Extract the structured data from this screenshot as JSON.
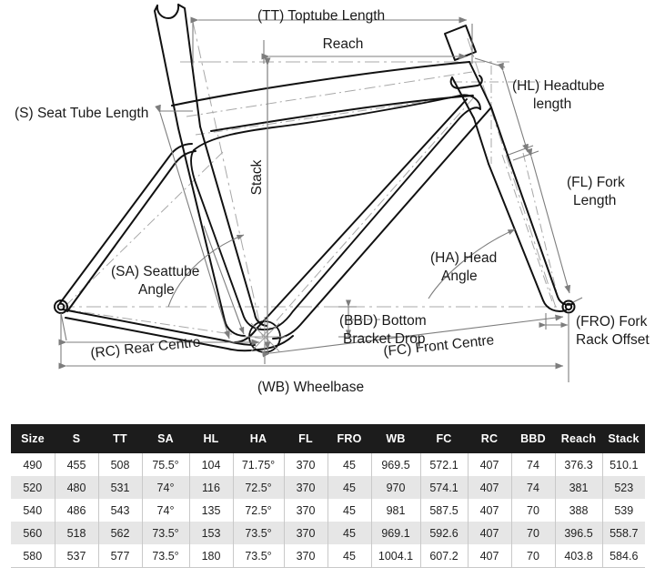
{
  "diagram": {
    "title": "Bicycle frame geometry diagram",
    "labels": {
      "tt": "(TT) Toptube Length",
      "reach": "Reach",
      "seat_tube": "(S) Seat Tube Length",
      "stack": "Stack",
      "headtube_line1": "(HL) Headtube",
      "headtube_line2": "length",
      "fork_line1": "(FL) Fork",
      "fork_line2": "Length",
      "head_angle_line1": "(HA) Head",
      "head_angle_line2": "Angle",
      "seattube_angle_line1": "(SA) Seattube",
      "seattube_angle_line2": "Angle",
      "bbd_line1": "(BBD) Bottom",
      "bbd_line2": "Bracket Drop",
      "fro_line1": "(FRO) Fork",
      "fro_line2": "Rack Offset",
      "rc": "(RC) Rear Centre",
      "fc": "(FC) Front Centre",
      "wb": "(WB) Wheelbase"
    },
    "colors": {
      "frame_stroke": "#111111",
      "dimension_line": "#808080",
      "centerline": "#9a9a9a",
      "background": "#ffffff"
    }
  },
  "chart_data": {
    "type": "table",
    "title": "Frame geometry specifications",
    "columns": [
      "Size",
      "S",
      "TT",
      "SA",
      "HL",
      "HA",
      "FL",
      "FRO",
      "WB",
      "FC",
      "RC",
      "BBD",
      "Reach",
      "Stack"
    ],
    "rows": [
      [
        "490",
        "455",
        "508",
        "75.5°",
        "104",
        "71.75°",
        "370",
        "45",
        "969.5",
        "572.1",
        "407",
        "74",
        "376.3",
        "510.1"
      ],
      [
        "520",
        "480",
        "531",
        "74°",
        "116",
        "72.5°",
        "370",
        "45",
        "970",
        "574.1",
        "407",
        "74",
        "381",
        "523"
      ],
      [
        "540",
        "486",
        "543",
        "74°",
        "135",
        "72.5°",
        "370",
        "45",
        "981",
        "587.5",
        "407",
        "70",
        "388",
        "539"
      ],
      [
        "560",
        "518",
        "562",
        "73.5°",
        "153",
        "73.5°",
        "370",
        "45",
        "969.1",
        "592.6",
        "407",
        "70",
        "396.5",
        "558.7"
      ],
      [
        "580",
        "537",
        "577",
        "73.5°",
        "180",
        "73.5°",
        "370",
        "45",
        "1004.1",
        "607.2",
        "407",
        "70",
        "403.8",
        "584.6"
      ]
    ]
  }
}
